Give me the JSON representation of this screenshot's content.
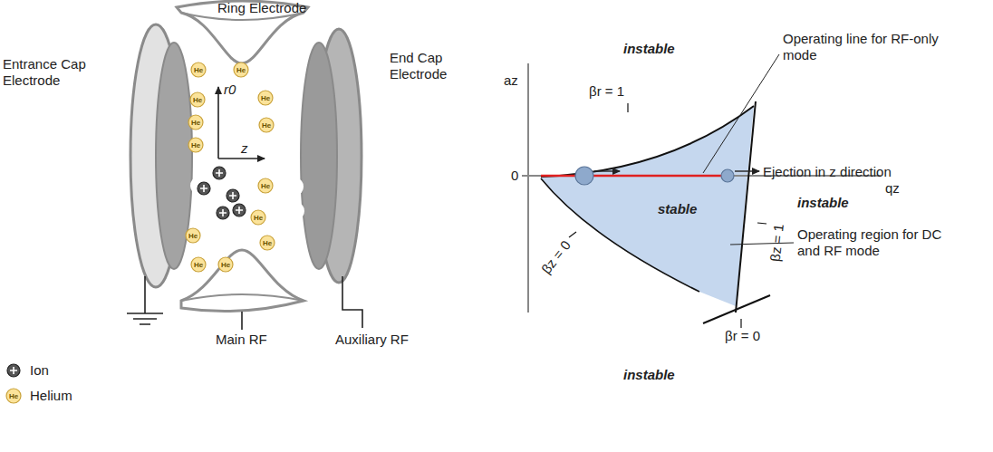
{
  "diagram": {
    "labels": [
      "Ring Electrode",
      "Entrance Cap Electrode",
      "End Cap Electrode",
      "r0",
      "z",
      "Main RF",
      "Auxiliary RF",
      "He",
      "He",
      "He",
      "He",
      "He",
      "He",
      "He",
      "He",
      "He",
      "He",
      "He",
      "He",
      "He",
      "He",
      "az",
      "0",
      "qz",
      "instable",
      "instable",
      "instable",
      "stable",
      "βr = 1",
      "βz = 1",
      "βz = 0",
      "βr = 0",
      "Operating line for RF-only mode",
      "Ejection in z direction",
      "Operating region for DC and RF mode"
    ],
    "legend": [
      {
        "text": "Ion"
      },
      {
        "text": "Helium"
      }
    ]
  }
}
